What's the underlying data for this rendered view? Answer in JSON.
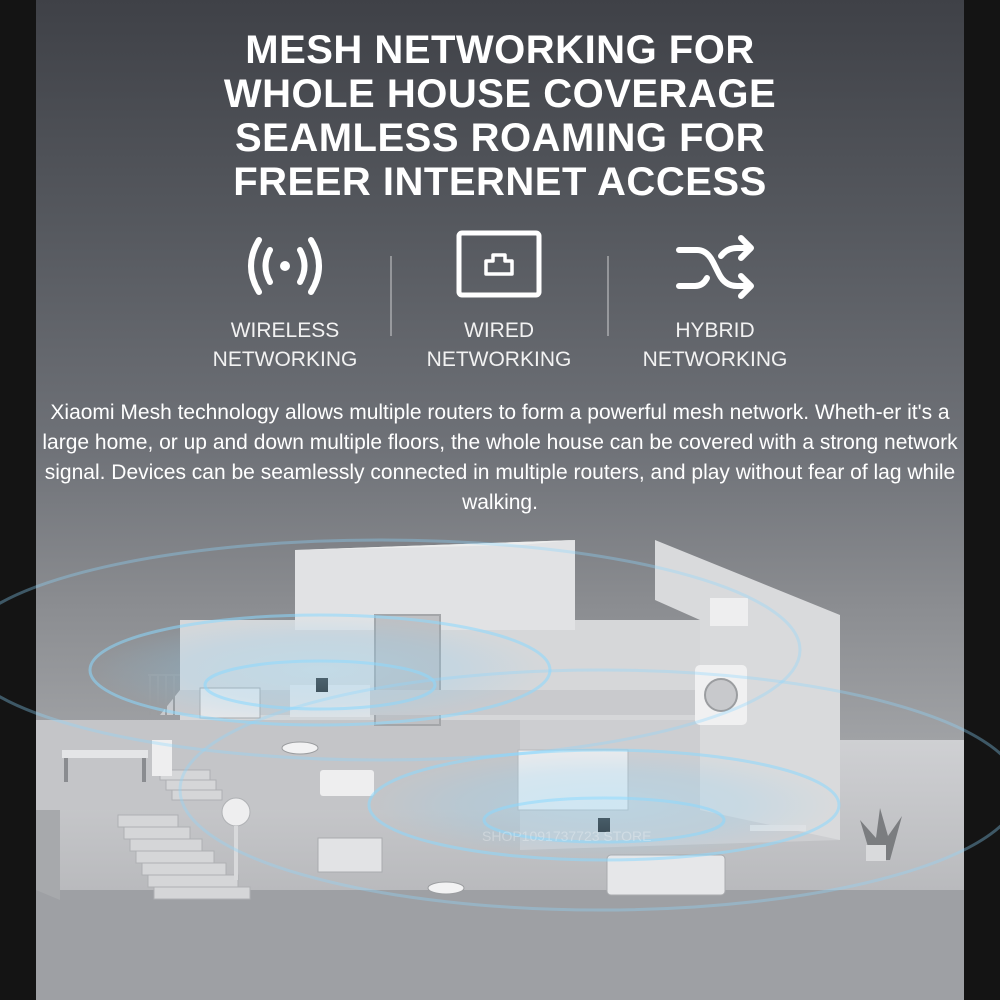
{
  "title_lines": [
    "MESH NETWORKING FOR",
    "WHOLE HOUSE COVERAGE",
    "SEAMLESS ROAMING FOR",
    "FREER INTERNET ACCESS"
  ],
  "features": [
    {
      "icon": "wireless-icon",
      "line1": "WIRELESS",
      "line2": "NETWORKING"
    },
    {
      "icon": "ethernet-port-icon",
      "line1": "WIRED",
      "line2": "NETWORKING"
    },
    {
      "icon": "shuffle-arrows-icon",
      "line1": "HYBRID",
      "line2": "NETWORKING"
    }
  ],
  "description": "Xiaomi Mesh technology allows multiple routers to form a powerful mesh network. Wheth-er it's a large home, or up and down multiple floors, the whole house can be covered with a strong network signal. Devices can be seamlessly connected in multiple routers, and play without fear of lag while walking.",
  "watermark": "SHOP1091737723 STORE",
  "colors": {
    "text": "#ffffff",
    "signal": "#7fd3ff",
    "wall": "#d9dadc"
  }
}
